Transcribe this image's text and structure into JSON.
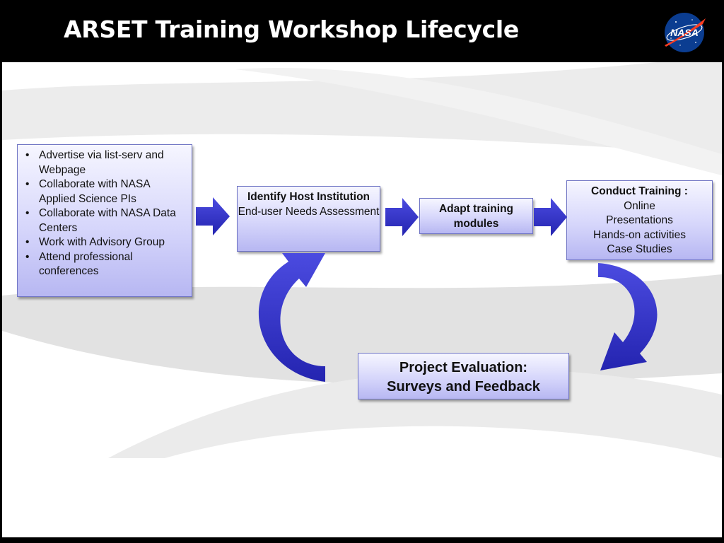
{
  "header": {
    "title": "ARSET Training Workshop Lifecycle",
    "logo_text": "NASA"
  },
  "outreach": {
    "items": [
      "Advertise via list-serv and Webpage",
      "Collaborate with NASA Applied Science PIs",
      "Collaborate with NASA Data Centers",
      "Work with Advisory Group",
      "Attend professional conferences"
    ]
  },
  "host": {
    "title": "Identify Host Institution",
    "subtitle": "End-user Needs Assessment"
  },
  "adapt": {
    "title": "Adapt training modules"
  },
  "training": {
    "title": "Conduct Training :",
    "items": [
      "Online",
      "Presentations",
      "Hands-on activities",
      "Case Studies"
    ]
  },
  "evaluation": {
    "line1": "Project Evaluation:",
    "line2": "Surveys and Feedback"
  },
  "colors": {
    "arrow": "#3636d0",
    "arrow_dark": "#1e1ea0",
    "box_border": "#6f74c4",
    "header_bg": "#000000",
    "background_swoosh": "#e4e4e4"
  }
}
